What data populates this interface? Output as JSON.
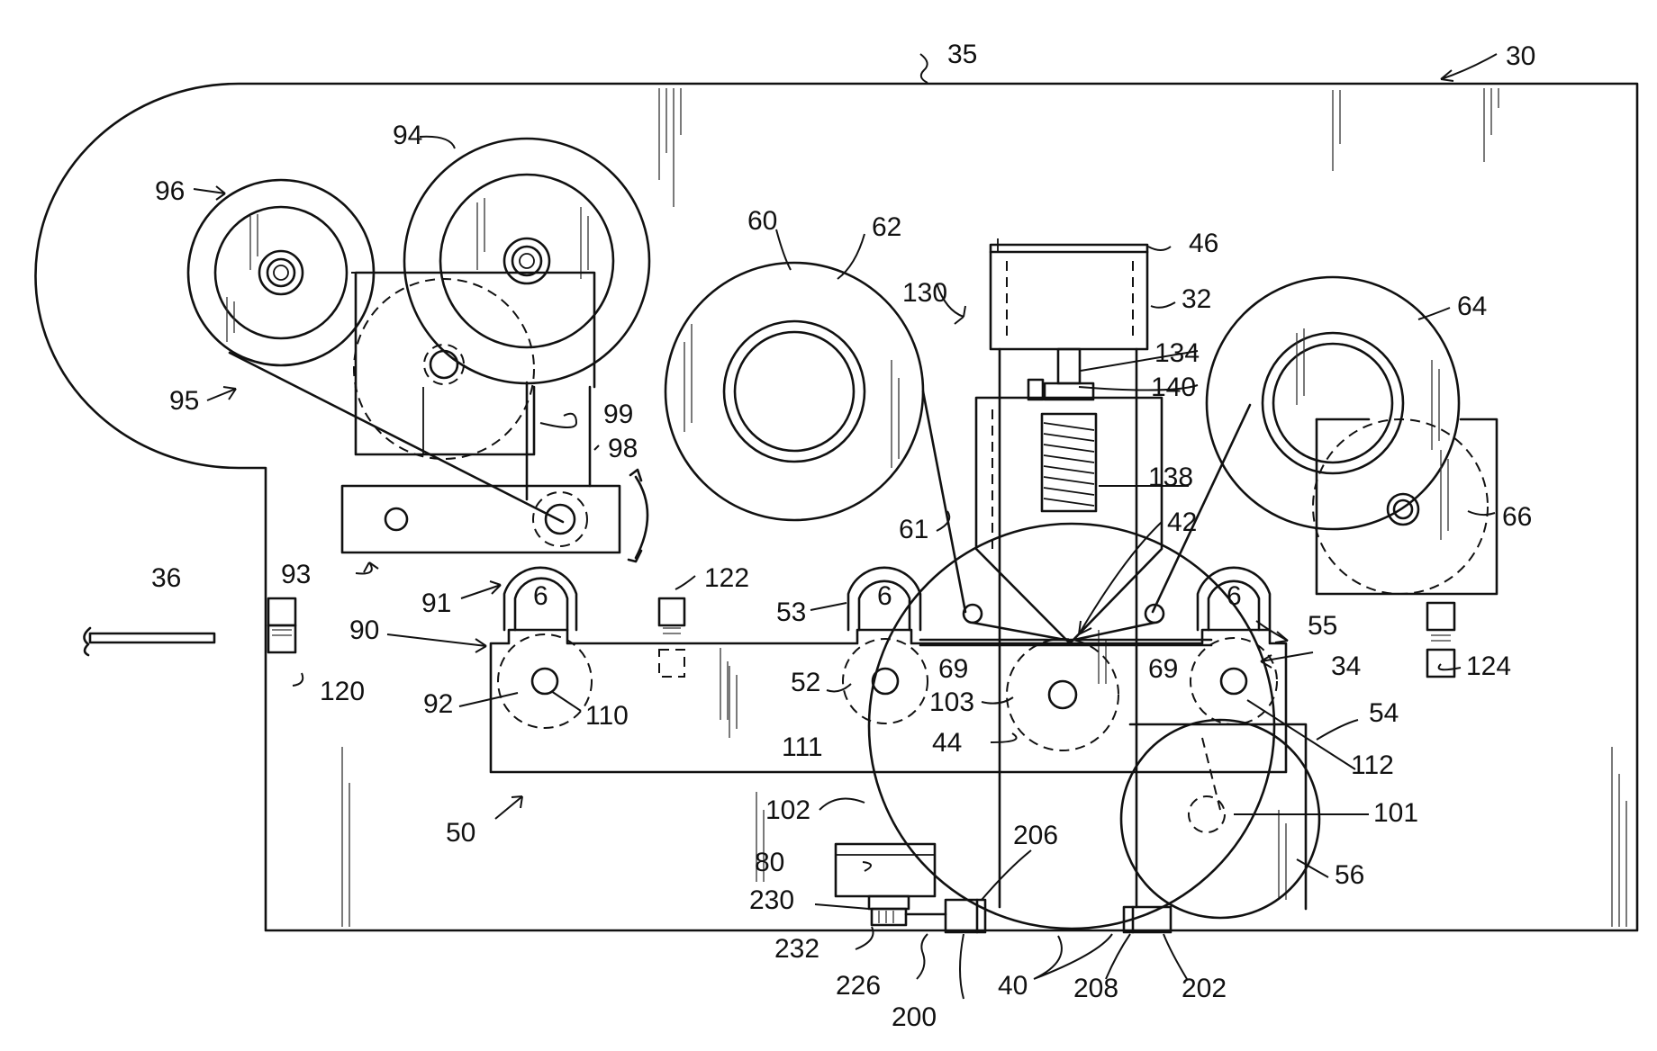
{
  "figure": {
    "reference_numerals": {
      "n30": "30",
      "n32": "32",
      "n34": "34",
      "n35": "35",
      "n36": "36",
      "n40": "40",
      "n42": "42",
      "n44": "44",
      "n46": "46",
      "n50": "50",
      "n52": "52",
      "n53": "53",
      "n54": "54",
      "n55": "55",
      "n56": "56",
      "n60": "60",
      "n61": "61",
      "n62": "62",
      "n64": "64",
      "n66": "66",
      "n69a": "69",
      "n69b": "69",
      "n80": "80",
      "n90": "90",
      "n91": "91",
      "n92": "92",
      "n93": "93",
      "n94": "94",
      "n95": "95",
      "n96": "96",
      "n98": "98",
      "n99": "99",
      "n101": "101",
      "n102": "102",
      "n103": "103",
      "n110": "110",
      "n111": "111",
      "n112": "112",
      "n120": "120",
      "n122": "122",
      "n124": "124",
      "n130": "130",
      "n134": "134",
      "n138": "138",
      "n140": "140",
      "n200": "200",
      "n202": "202",
      "n206": "206",
      "n208": "208",
      "n226": "226",
      "n230": "230",
      "n232": "232"
    },
    "pulley_mark": "6"
  }
}
